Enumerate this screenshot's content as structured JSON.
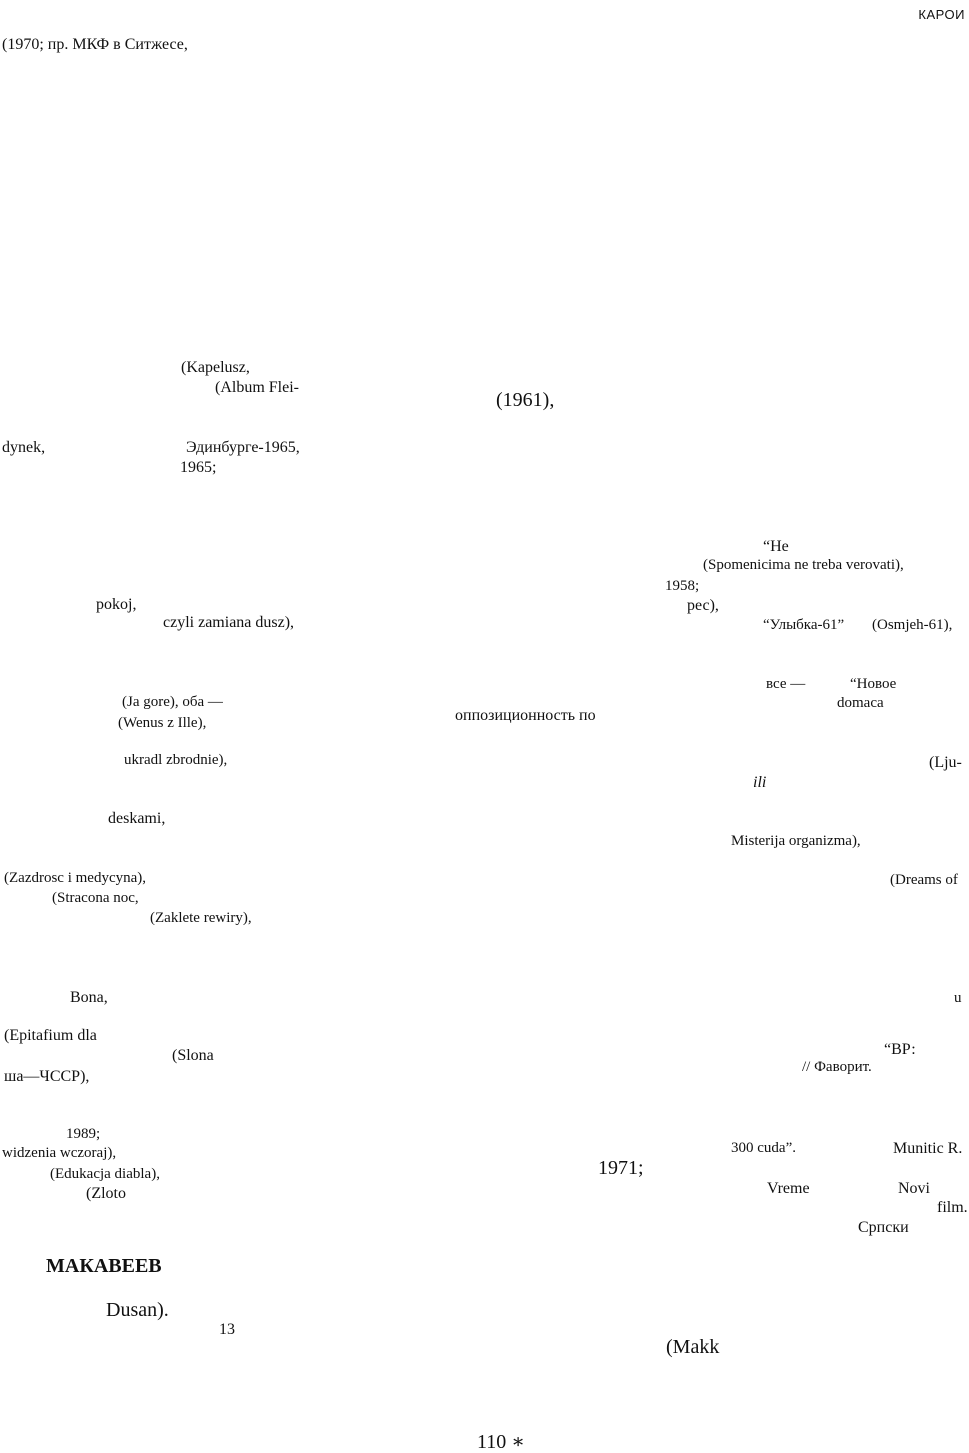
{
  "running_header": "КАРОИ",
  "left_column": [
    "(1970; пр. МКФ в Ситжесе,",
    "(Kapelusz,",
    "(Album Flei-",
    "dynek,",
    "Эдинбурге-1965,",
    "1965;",
    "pokoj,",
    "czyli zamiana dusz),",
    "(Ja gore), оба —",
    "(Wenus z Ille),",
    "ukradl zbrodnie),",
    "deskami,",
    "(Zazdrosc i medycyna),",
    "(Stracona noc,",
    "(Zaklete rewiry),",
    "Bona,",
    "(Epitafium dla",
    "(Slona",
    "ша—ЧССР),",
    "1989;",
    "widzenia wczoraj),",
    "(Edukacja diabla),",
    "(Zloto",
    "Dusan).",
    "13"
  ],
  "section_heading": "МАКАВЕЕВ",
  "middle_column": [
    "(1961),",
    "оппозиционность по",
    "1971;",
    "(Makk"
  ],
  "right_column": [
    "“Не",
    "(Spomenicima ne treba verovati),",
    "1958;",
    "рес),",
    "“Улыбка-61”",
    "(Osmjeh-61),",
    "все —",
    "“Новое",
    "domaca",
    "(Lju-",
    "ili",
    "Misterija organizma),",
    "(Dreams of",
    "u",
    "“ВР:",
    "// Фаворит.",
    "300 cuda”.",
    "Munitic R.",
    "Vreme",
    "Novi",
    "film.",
    "Српски"
  ],
  "page_number": "110 ∗"
}
